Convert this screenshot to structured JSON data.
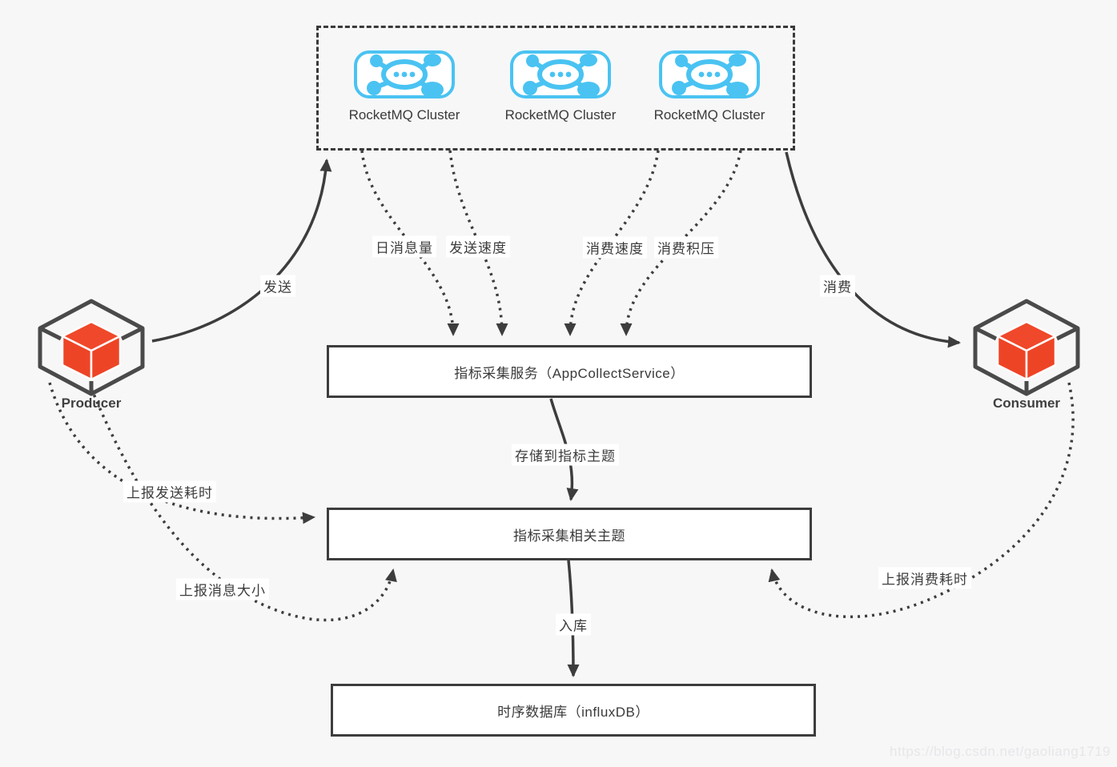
{
  "canvas": {
    "watermark": "https://blog.csdn.net/gaoliang1719"
  },
  "colors": {
    "background": "#f7f7f8",
    "line_dark": "#3d3d3d",
    "cluster_blue": "#4ac3f2",
    "cube_red": "#ee4426",
    "box_border": "#3d3d3d",
    "box_fill": "#ffffff"
  },
  "cluster_panel": {
    "clusters": [
      {
        "label": "RocketMQ Cluster",
        "icon": "rocketmq-cluster-icon"
      },
      {
        "label": "RocketMQ Cluster",
        "icon": "rocketmq-cluster-icon"
      },
      {
        "label": "RocketMQ Cluster",
        "icon": "rocketmq-cluster-icon"
      }
    ]
  },
  "nodes": {
    "producer": {
      "label": "Producer",
      "icon": "package-cube-icon"
    },
    "consumer": {
      "label": "Consumer",
      "icon": "package-cube-icon"
    },
    "collect_service": {
      "label": "指标采集服务（AppCollectService）"
    },
    "metric_topics": {
      "label": "指标采集相关主题"
    },
    "tsdb": {
      "label": "时序数据库（influxDB）"
    }
  },
  "edges": {
    "send": {
      "label": "发送",
      "style": "solid"
    },
    "consume": {
      "label": "消费",
      "style": "solid"
    },
    "daily_msg_count": {
      "label": "日消息量",
      "style": "dotted"
    },
    "send_speed": {
      "label": "发送速度",
      "style": "dotted"
    },
    "consume_speed": {
      "label": "消费速度",
      "style": "dotted"
    },
    "consume_backlog": {
      "label": "消费积压",
      "style": "dotted"
    },
    "store_to_topic": {
      "label": "存储到指标主题",
      "style": "solid"
    },
    "report_send_cost": {
      "label": "上报发送耗时",
      "style": "dotted"
    },
    "report_msg_size": {
      "label": "上报消息大小",
      "style": "dotted"
    },
    "report_consume_cost": {
      "label": "上报消费耗时",
      "style": "dotted"
    },
    "to_db": {
      "label": "入库",
      "style": "solid"
    }
  }
}
